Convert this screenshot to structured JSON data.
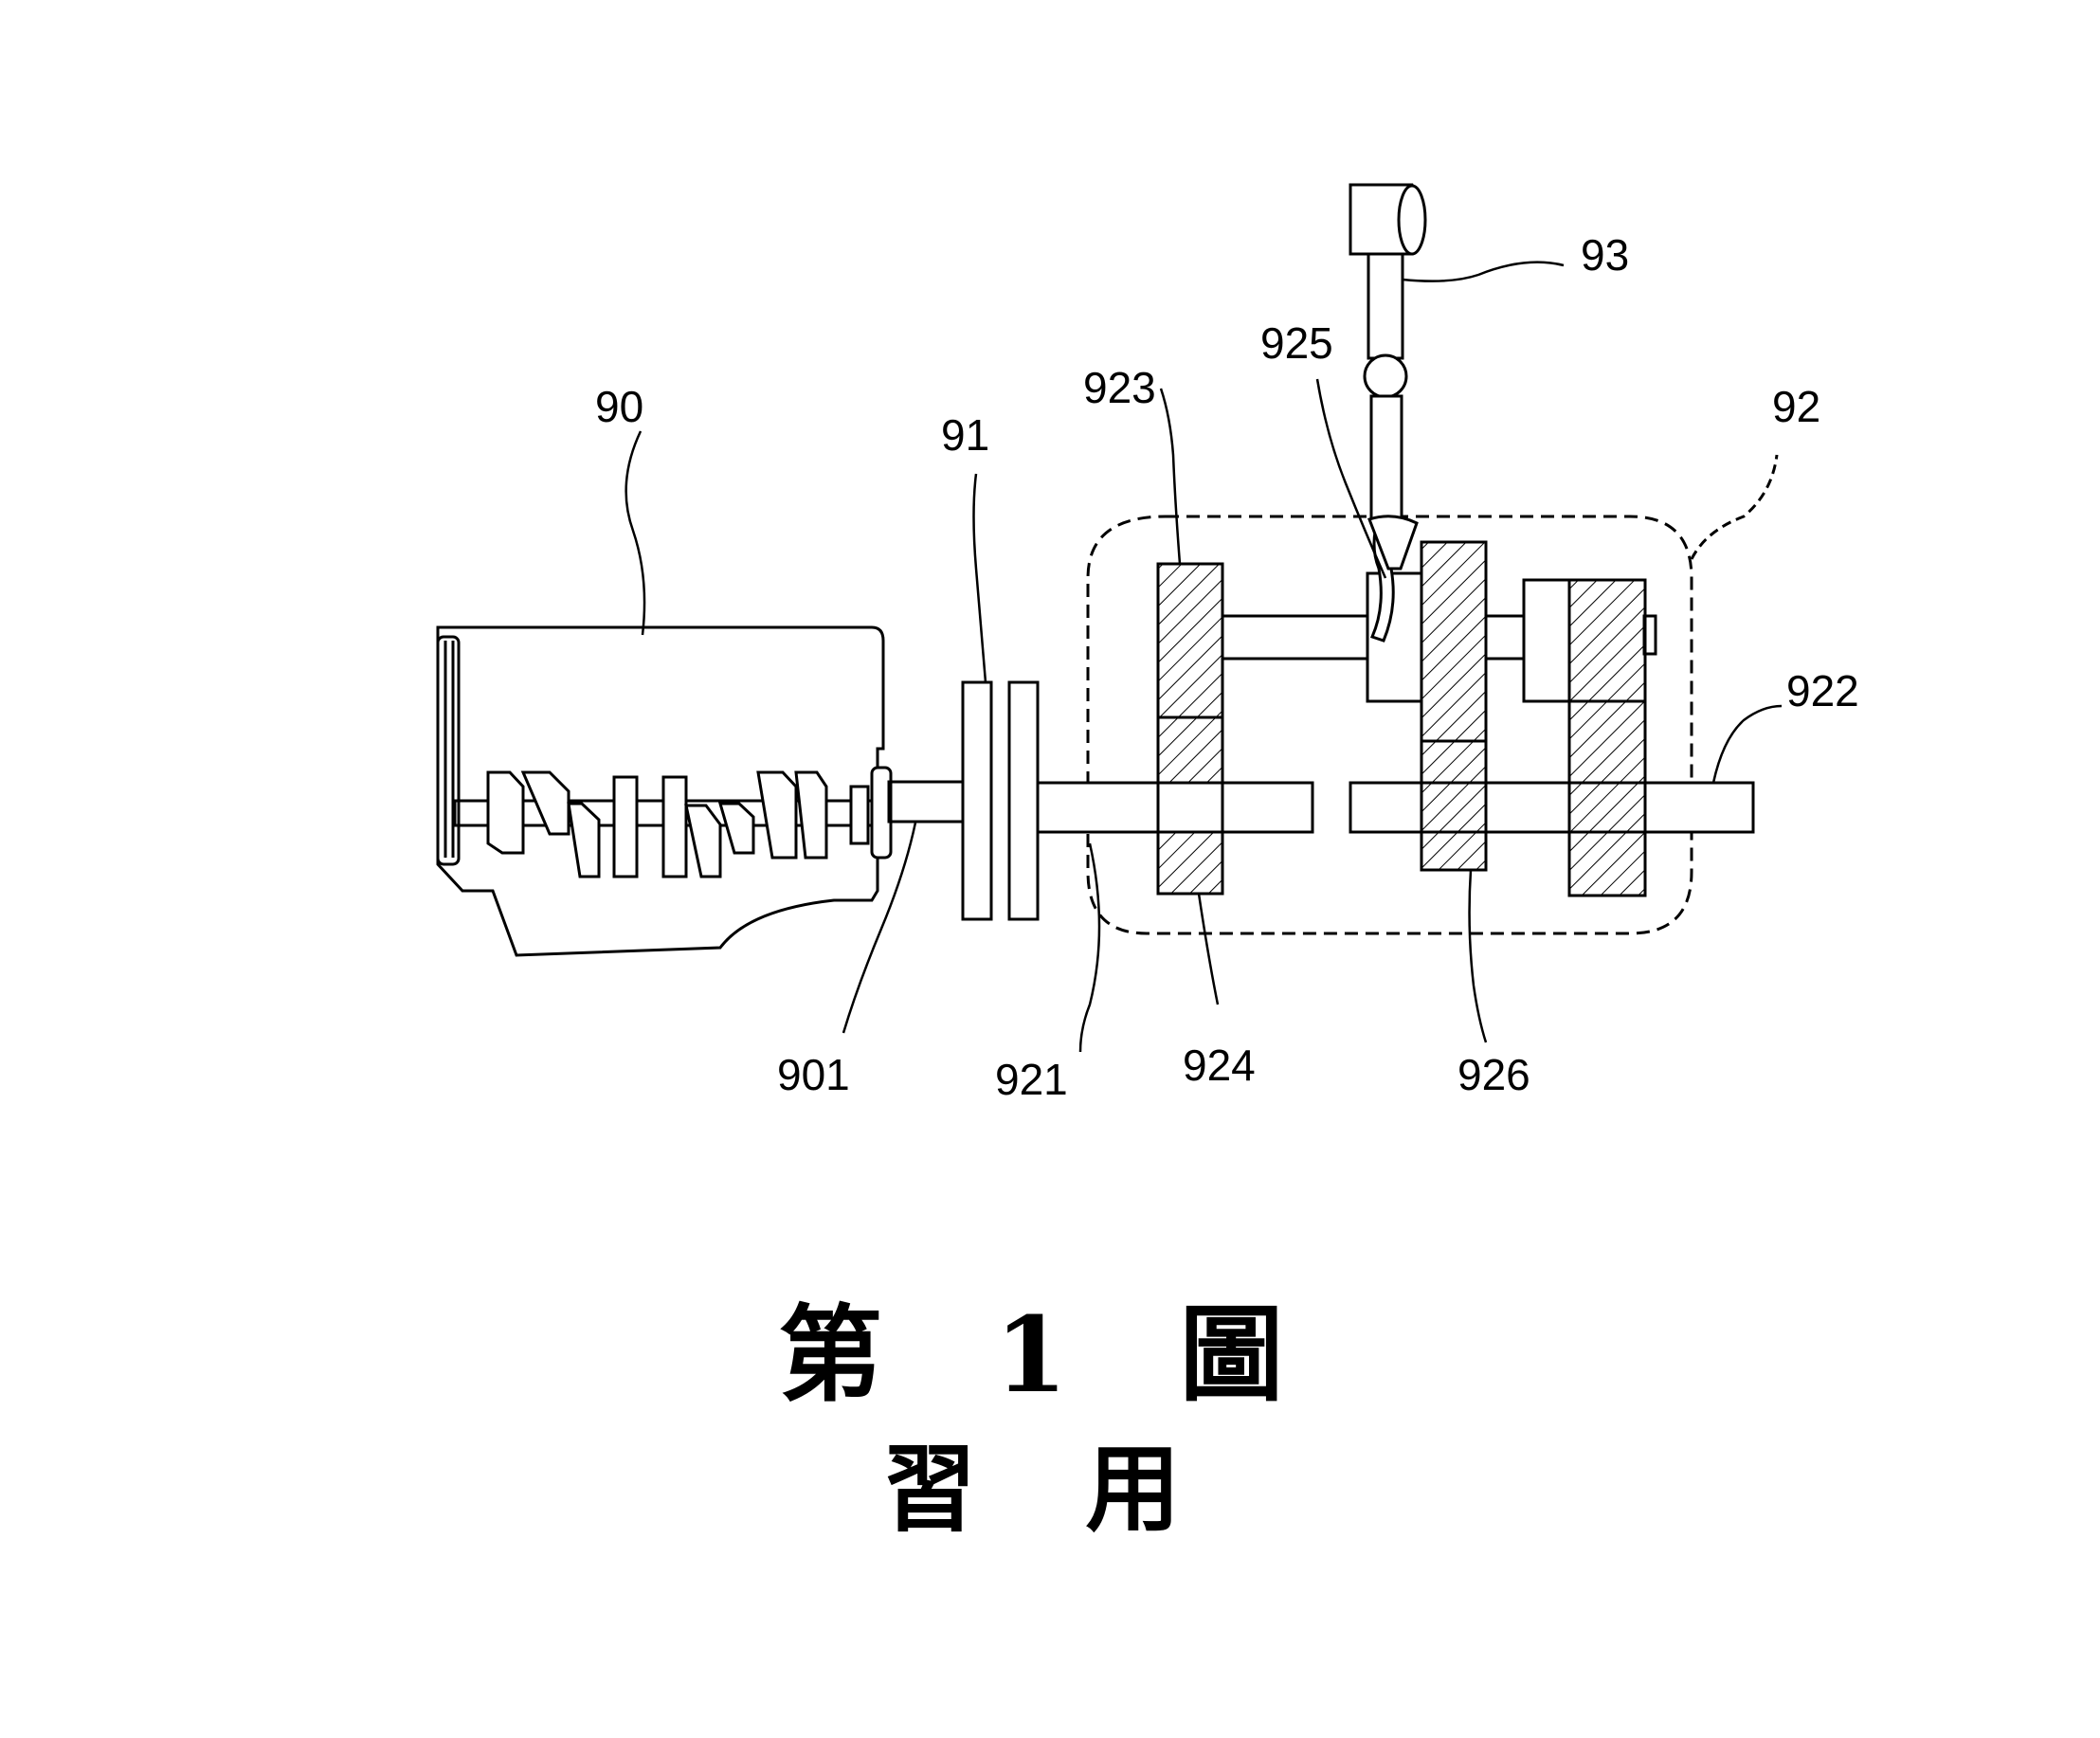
{
  "labels": {
    "engine": "90",
    "crankshaft": "901",
    "clutch": "91",
    "gearbox": "92",
    "input_shaft": "921",
    "output_shaft": "922",
    "gear_923": "923",
    "gear_924": "924",
    "selector_fork": "925",
    "gear_926": "926",
    "shift_lever": "93"
  },
  "caption": {
    "title": "第 1 圖",
    "subtitle": "習 用"
  }
}
